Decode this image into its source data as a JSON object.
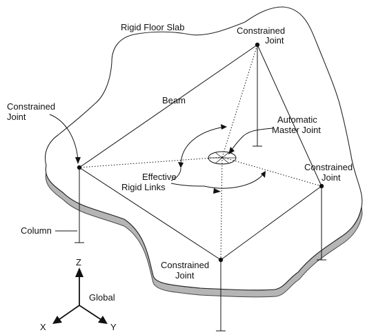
{
  "labels": {
    "rigid_floor_slab": "Rigid Floor Slab",
    "constrained_top_1": "Constrained",
    "constrained_top_2": "Joint",
    "constrained_left_1": "Constrained",
    "constrained_left_2": "Joint",
    "beam": "Beam",
    "automatic_master_1": "Automatic",
    "automatic_master_2": "Master Joint",
    "constrained_right_1": "Constrained",
    "constrained_right_2": "Joint",
    "effective_rigid_1": "Effective",
    "effective_rigid_2": "Rigid Links",
    "column": "Column",
    "constrained_bottom_1": "Constrained",
    "constrained_bottom_2": "Joint",
    "global": "Global",
    "axis_z": "Z",
    "axis_x": "X",
    "axis_y": "Y"
  },
  "colors": {
    "line": "#111111",
    "slab_edge": "#9a9a9a",
    "slab_edge_dark": "#555555"
  }
}
